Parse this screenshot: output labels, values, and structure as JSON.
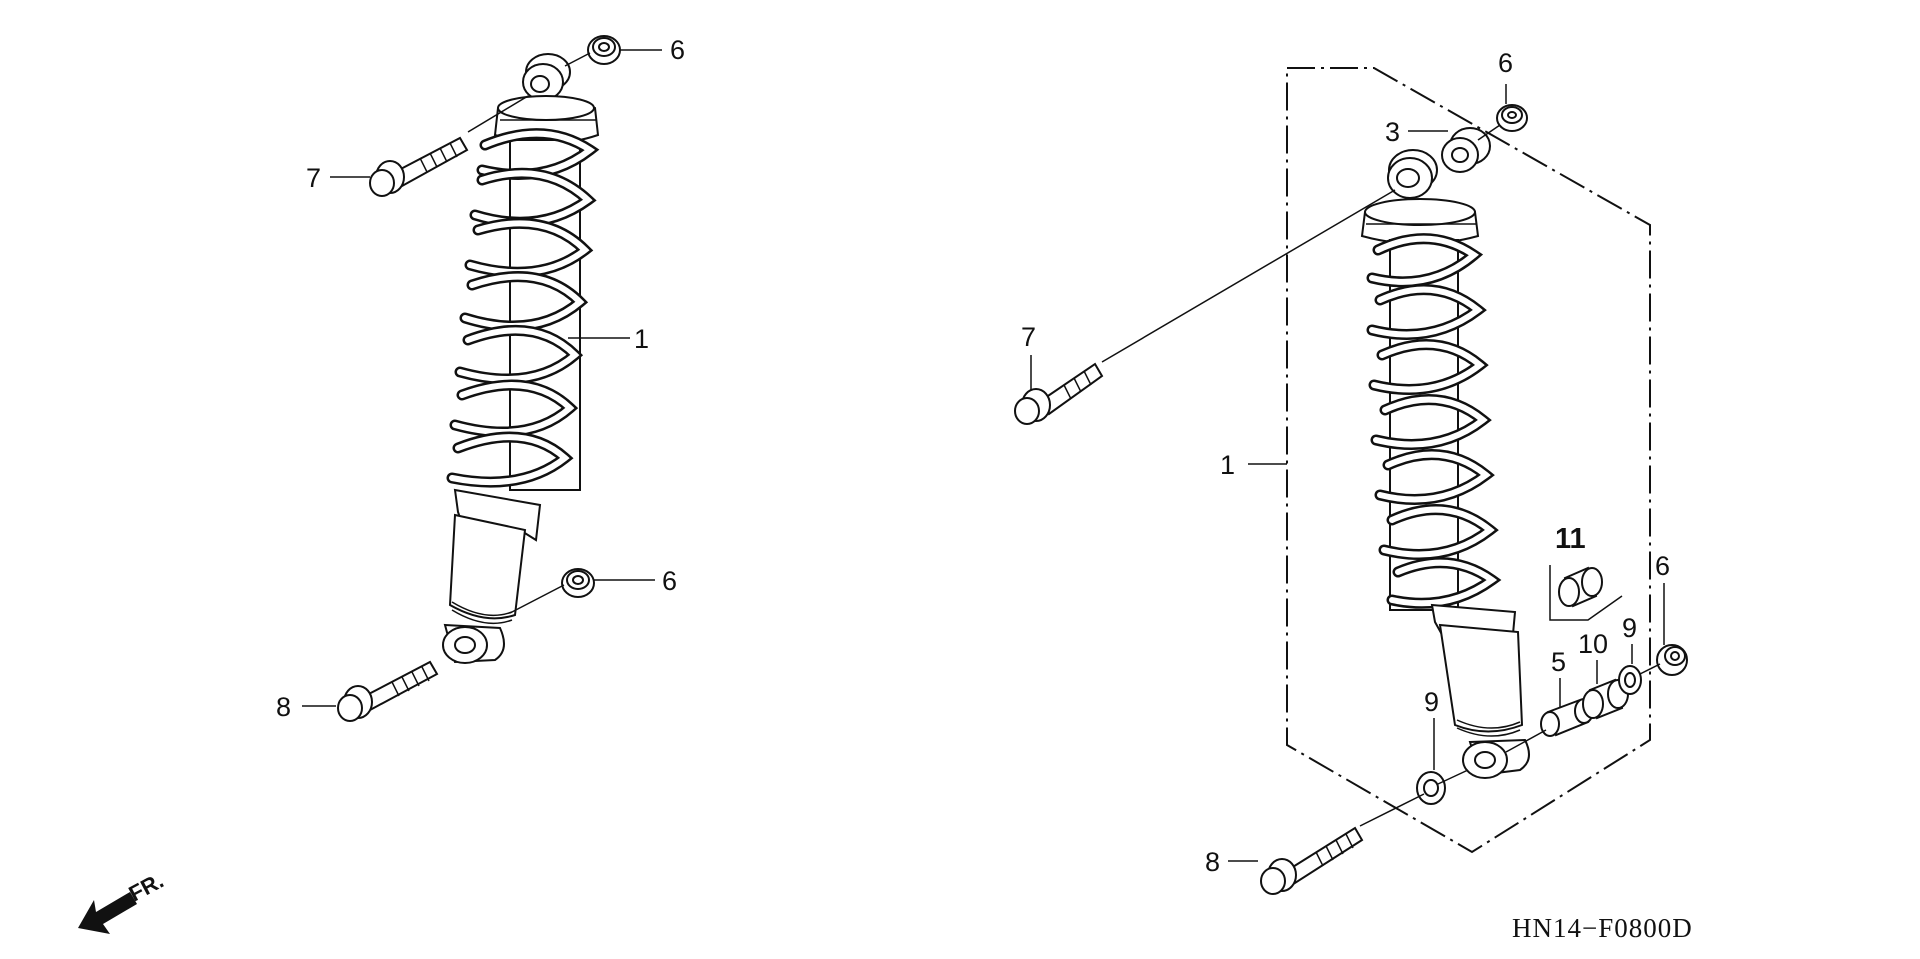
{
  "callouts": {
    "left": {
      "shock": "1",
      "top_nut": "6",
      "bottom_nut": "6",
      "upper_bolt": "7",
      "lower_bolt": "8"
    },
    "right": {
      "shock_assembly": "1",
      "bushing": "3",
      "top_nut": "6",
      "side_nut": "6",
      "upper_bolt": "7",
      "lower_bolt": "8",
      "collar": "5",
      "dust_seal_left": "9",
      "dust_seal_right": "9",
      "bearing": "10",
      "kit": "11"
    }
  },
  "diagram_code": "HN14−F0800D",
  "direction_label": "FR."
}
